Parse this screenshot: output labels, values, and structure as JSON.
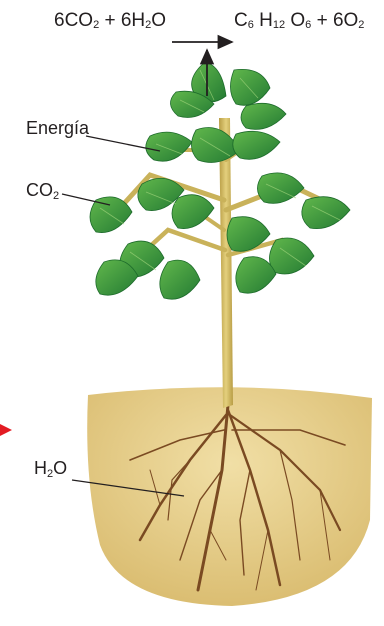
{
  "equation": {
    "left": {
      "t1": "6CO",
      "s1": "2",
      "t2": " + 6H",
      "s2": "2",
      "t3": "O"
    },
    "right": {
      "t1": "C",
      "s1": "6",
      "t2": " H",
      "s2": "12",
      "t3": " O",
      "s3": "6",
      "t4": " + 6O",
      "s4": "2"
    }
  },
  "labels": {
    "energy": "Energía",
    "co2": {
      "main": "CO",
      "sub": "2"
    },
    "h2o": {
      "main1": "H",
      "sub": "2",
      "main2": "O"
    }
  },
  "colors": {
    "leaf": "#2f8a3c",
    "leaf_light": "#5fb64a",
    "stem": "#c9b25a",
    "soil": "#e7cf8e",
    "root": "#7a4a22",
    "pointer": "#e31b23"
  }
}
